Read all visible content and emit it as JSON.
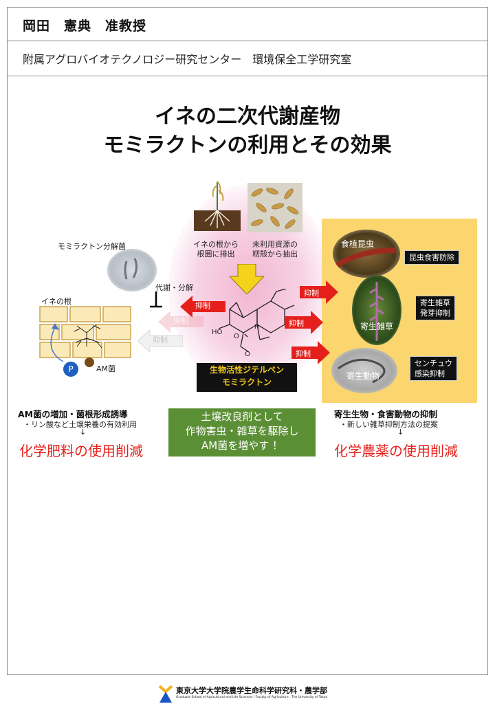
{
  "header": {
    "name": "岡田　憲典　准教授",
    "affiliation": "附属アグロバイオテクノロジー研究センター　環境保全工学研究室"
  },
  "title": {
    "line1": "イネの二次代謝産物",
    "line2": "モミラクトンの利用とその効果"
  },
  "diagram": {
    "root_caption": "イネの根から\n根圏に排出",
    "husk_caption": "未利用資源の\n籾殻から抽出",
    "decomposer_label": "モミラクトン分解菌",
    "metabolism_label": "代謝・分解",
    "root_label": "イネの根",
    "p_label": "P",
    "am_label": "AM菌",
    "inhibit": "抑制",
    "compound_line1": "生物活性ジテルペン",
    "compound_line2": "モミラクトン",
    "targets": [
      {
        "photo_label": "食植昆虫",
        "tag": "昆虫食害防除"
      },
      {
        "photo_label": "寄生雑草",
        "tag": "寄生雑草\n発芽抑制"
      },
      {
        "photo_label": "寄生動物",
        "tag": "センチュウ\n感染抑制"
      }
    ],
    "colors": {
      "arrow_red": "#e5201c",
      "panel_yellow": "#fbd66e",
      "green_box": "#5b8f36",
      "p_circle": "#1f5fbf",
      "am_circle": "#7a4a14"
    }
  },
  "left_summary": {
    "heading": "AM菌の増加・菌根形成誘導",
    "sub": "・リン酸など土壌栄養の有効利用",
    "arrow": "↓",
    "result": "化学肥料の使用削減"
  },
  "center_box": {
    "line1": "土壌改良剤として",
    "line2": "作物害虫・雑草を駆除し",
    "line3": "AM菌を増やす ！"
  },
  "right_summary": {
    "heading": "寄生生物・食害動物の抑制",
    "sub": "・新しい雑草抑制方法の提案",
    "arrow": "↓",
    "result": "化学農薬の使用削減"
  },
  "footer": {
    "jp": "東京大学大学院農学生命科学研究科・農学部",
    "en": "Graduate School of Agricultural and Life Sciences / Faculty of Agriculture , The University of Tokyo"
  }
}
